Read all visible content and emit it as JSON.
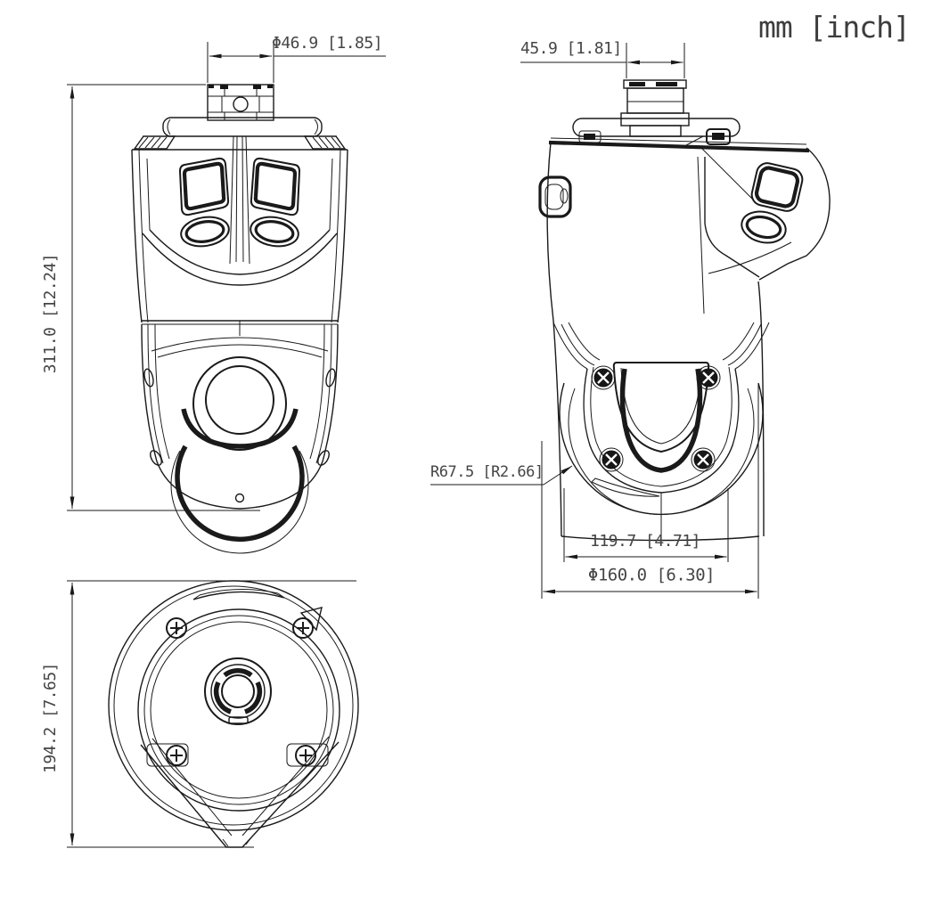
{
  "units_label": "mm [inch]",
  "drawing": {
    "front_view": {
      "dim_top_diameter": "Φ46.9 [1.85]",
      "dim_height": "311.0 [12.24]"
    },
    "side_view": {
      "dim_top_width": "45.9 [1.81]",
      "dim_dome_radius": "R67.5 [R2.66]",
      "dim_base_inner_width": "119.7 [4.71]",
      "dim_base_diameter": "Φ160.0 [6.30]"
    },
    "bottom_view": {
      "dim_depth": "194.2 [7.65]"
    }
  },
  "colors": {
    "line": "#1a1a1a",
    "text": "#454545",
    "background": "#ffffff"
  }
}
